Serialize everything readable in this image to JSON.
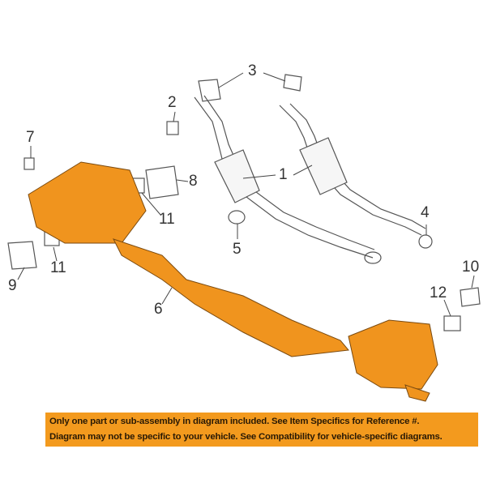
{
  "diagram": {
    "callouts": [
      "1",
      "2",
      "3",
      "4",
      "5",
      "6",
      "7",
      "8",
      "9",
      "10",
      "11",
      "11",
      "12"
    ],
    "colors": {
      "highlight": "#f0941e",
      "outline": "#555555",
      "banner": "#f39a1e"
    }
  },
  "banner": {
    "line1": "Only one part or sub-assembly in diagram included. See Item Specifics for Reference #.",
    "line2": "Diagram may not be specific to your vehicle. See Compatibility for vehicle-specific diagrams."
  }
}
